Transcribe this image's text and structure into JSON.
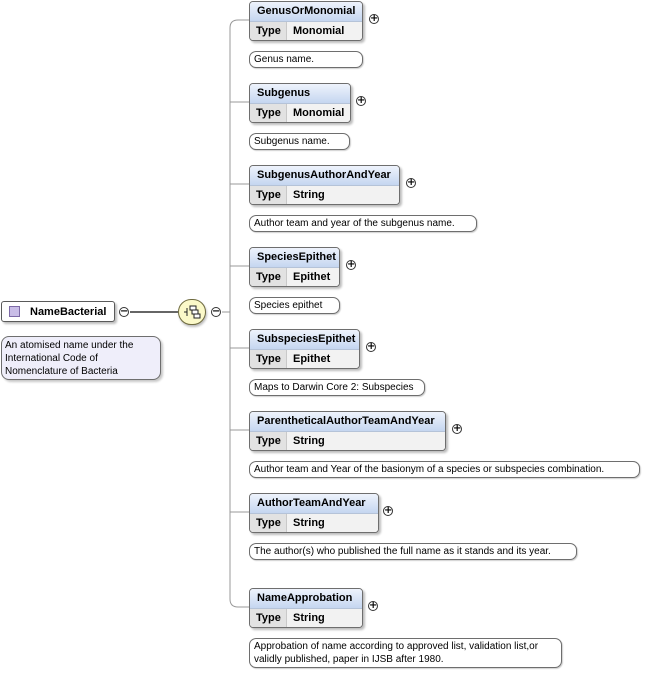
{
  "root": {
    "name": "NameBacterial",
    "documentation": "An atomised name under the International Code of Nomenclature of Bacteria"
  },
  "compositor": {
    "kind": "sequence",
    "icon": "sequence-icon"
  },
  "labels": {
    "type_key": "Type",
    "expand": "+",
    "collapse": "−"
  },
  "children": [
    {
      "name": "GenusOrMonomial",
      "type": "Monomial",
      "doc": "Genus name."
    },
    {
      "name": "Subgenus",
      "type": "Monomial",
      "doc": "Subgenus name."
    },
    {
      "name": "SubgenusAuthorAndYear",
      "type": "String",
      "doc": "Author team and year of the subgenus name."
    },
    {
      "name": "SpeciesEpithet",
      "type": "Epithet",
      "doc": "Species epithet"
    },
    {
      "name": "SubspeciesEpithet",
      "type": "Epithet",
      "doc": "Maps to Darwin Core 2: Subspecies"
    },
    {
      "name": "ParentheticalAuthorTeamAndYear",
      "type": "String",
      "doc": "Author team and Year of the basionym of a species or subspecies combination."
    },
    {
      "name": "AuthorTeamAndYear",
      "type": "String",
      "doc": "The author(s) who published the full name as it stands and its year."
    },
    {
      "name": "NameApprobation",
      "type": "String",
      "doc": "Approbation of name according to approved list, validation list,or validly published, paper in IJSB after 1980."
    }
  ]
}
